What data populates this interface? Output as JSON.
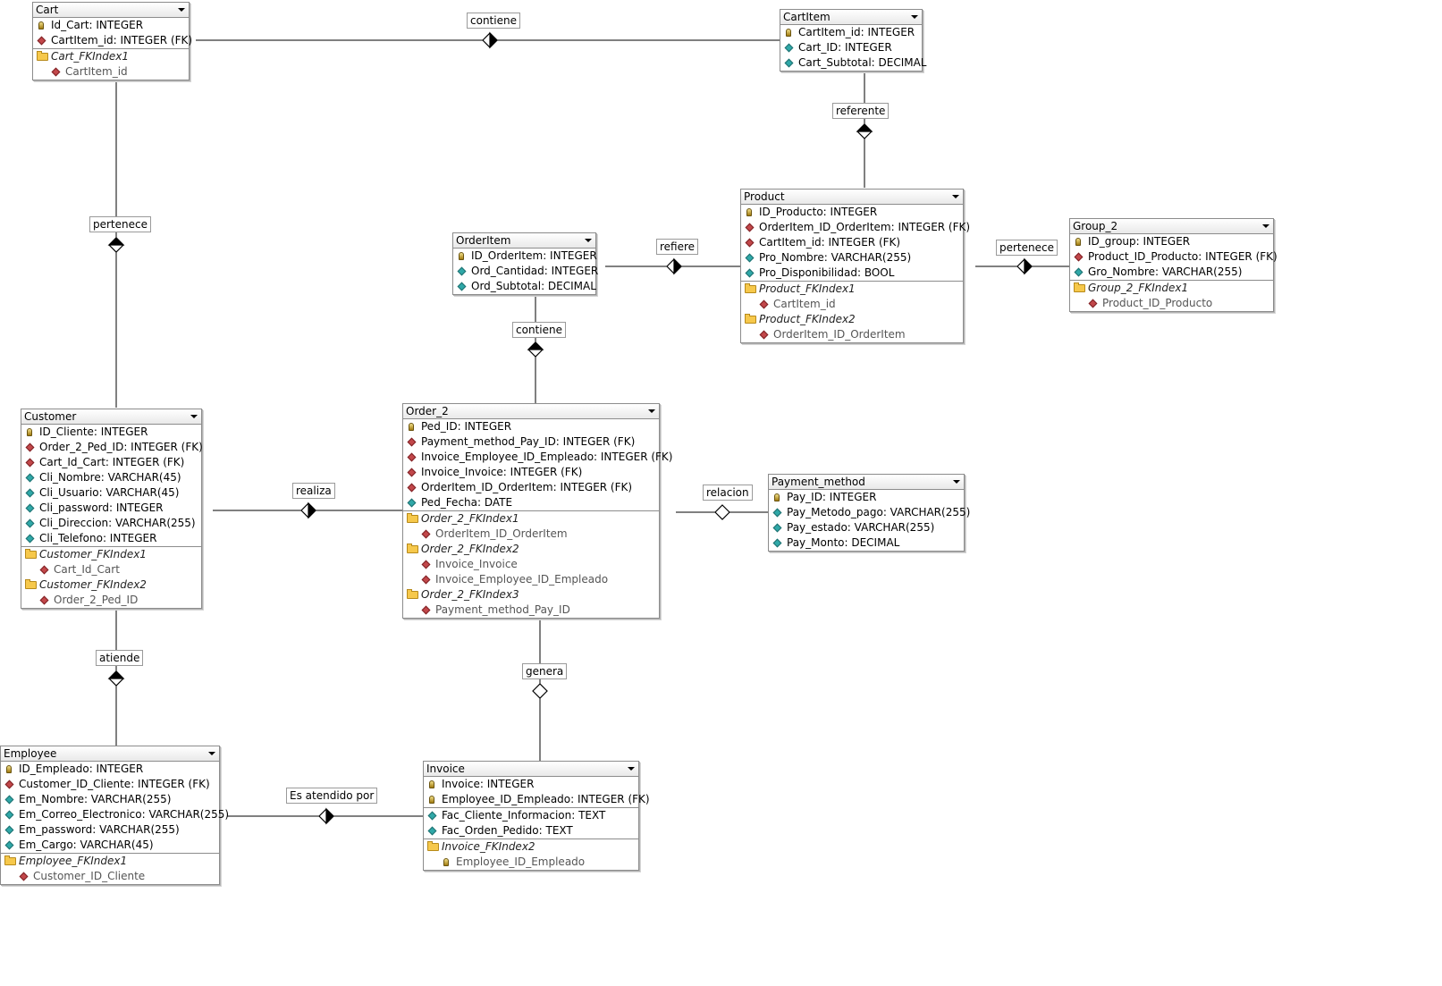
{
  "relations": [
    {
      "id": "r1",
      "label": "contiene"
    },
    {
      "id": "r2",
      "label": "referente"
    },
    {
      "id": "r3",
      "label": "pertenece"
    },
    {
      "id": "r4",
      "label": "refiere"
    },
    {
      "id": "r5",
      "label": "pertenece"
    },
    {
      "id": "r6",
      "label": "contiene"
    },
    {
      "id": "r7",
      "label": "realiza"
    },
    {
      "id": "r8",
      "label": "relacion"
    },
    {
      "id": "r9",
      "label": "atiende"
    },
    {
      "id": "r10",
      "label": "genera"
    },
    {
      "id": "r11",
      "label": "Es atendido por"
    }
  ],
  "tables": {
    "cart": {
      "name": "Cart",
      "rows": [
        {
          "icon": "key-icon",
          "text": "Id_Cart: INTEGER"
        },
        {
          "icon": "fk-icon",
          "text": "CartItem_id: INTEGER (FK)"
        },
        {
          "icon": "index-folder-icon",
          "text": "Cart_FKIndex1",
          "sep": true,
          "index": true
        },
        {
          "icon": "fk-icon",
          "text": "CartItem_id",
          "sub": true
        }
      ]
    },
    "cartitem": {
      "name": "CartItem",
      "rows": [
        {
          "icon": "key-icon",
          "text": "CartItem_id: INTEGER"
        },
        {
          "icon": "column-icon",
          "text": "Cart_ID: INTEGER"
        },
        {
          "icon": "column-icon",
          "text": "Cart_Subtotal: DECIMAL"
        }
      ]
    },
    "product": {
      "name": "Product",
      "rows": [
        {
          "icon": "key-icon",
          "text": "ID_Producto: INTEGER"
        },
        {
          "icon": "fk-icon",
          "text": "OrderItem_ID_OrderItem: INTEGER (FK)"
        },
        {
          "icon": "fk-icon",
          "text": "CartItem_id: INTEGER (FK)"
        },
        {
          "icon": "column-icon",
          "text": "Pro_Nombre: VARCHAR(255)"
        },
        {
          "icon": "column-icon",
          "text": "Pro_Disponibilidad: BOOL"
        },
        {
          "icon": "index-folder-icon",
          "text": "Product_FKIndex1",
          "sep": true,
          "index": true
        },
        {
          "icon": "fk-icon",
          "text": "CartItem_id",
          "sub": true
        },
        {
          "icon": "index-folder-icon",
          "text": "Product_FKIndex2",
          "index": true
        },
        {
          "icon": "fk-icon",
          "text": "OrderItem_ID_OrderItem",
          "sub": true
        }
      ]
    },
    "group2": {
      "name": "Group_2",
      "rows": [
        {
          "icon": "key-icon",
          "text": "ID_group: INTEGER"
        },
        {
          "icon": "fk-icon",
          "text": "Product_ID_Producto: INTEGER (FK)"
        },
        {
          "icon": "column-icon",
          "text": "Gro_Nombre: VARCHAR(255)"
        },
        {
          "icon": "index-folder-icon",
          "text": "Group_2_FKIndex1",
          "sep": true,
          "index": true
        },
        {
          "icon": "fk-icon",
          "text": "Product_ID_Producto",
          "sub": true
        }
      ]
    },
    "orderitem": {
      "name": "OrderItem",
      "rows": [
        {
          "icon": "key-icon",
          "text": "ID_OrderItem: INTEGER"
        },
        {
          "icon": "column-icon",
          "text": "Ord_Cantidad: INTEGER"
        },
        {
          "icon": "column-icon",
          "text": "Ord_Subtotal: DECIMAL"
        }
      ]
    },
    "customer": {
      "name": "Customer",
      "rows": [
        {
          "icon": "key-icon",
          "text": "ID_Cliente: INTEGER"
        },
        {
          "icon": "fk-icon",
          "text": "Order_2_Ped_ID: INTEGER (FK)"
        },
        {
          "icon": "fk-icon",
          "text": "Cart_Id_Cart: INTEGER (FK)"
        },
        {
          "icon": "column-icon",
          "text": "Cli_Nombre: VARCHAR(45)"
        },
        {
          "icon": "column-icon",
          "text": "Cli_Usuario: VARCHAR(45)"
        },
        {
          "icon": "column-icon",
          "text": "Cli_password: INTEGER"
        },
        {
          "icon": "column-icon",
          "text": "Cli_Direccion: VARCHAR(255)"
        },
        {
          "icon": "column-icon",
          "text": "Cli_Telefono: INTEGER"
        },
        {
          "icon": "index-folder-icon",
          "text": "Customer_FKIndex1",
          "sep": true,
          "index": true
        },
        {
          "icon": "fk-icon",
          "text": "Cart_Id_Cart",
          "sub": true
        },
        {
          "icon": "index-folder-icon",
          "text": "Customer_FKIndex2",
          "index": true
        },
        {
          "icon": "fk-icon",
          "text": "Order_2_Ped_ID",
          "sub": true
        }
      ]
    },
    "order2": {
      "name": "Order_2",
      "rows": [
        {
          "icon": "key-icon",
          "text": "Ped_ID: INTEGER"
        },
        {
          "icon": "fk-icon",
          "text": "Payment_method_Pay_ID: INTEGER (FK)"
        },
        {
          "icon": "fk-icon",
          "text": "Invoice_Employee_ID_Empleado: INTEGER (FK)"
        },
        {
          "icon": "fk-icon",
          "text": "Invoice_Invoice: INTEGER (FK)"
        },
        {
          "icon": "fk-icon",
          "text": "OrderItem_ID_OrderItem: INTEGER (FK)"
        },
        {
          "icon": "column-icon",
          "text": "Ped_Fecha: DATE"
        },
        {
          "icon": "index-folder-icon",
          "text": "Order_2_FKIndex1",
          "sep": true,
          "index": true
        },
        {
          "icon": "fk-icon",
          "text": "OrderItem_ID_OrderItem",
          "sub": true
        },
        {
          "icon": "index-folder-icon",
          "text": "Order_2_FKIndex2",
          "index": true
        },
        {
          "icon": "fk-icon",
          "text": "Invoice_Invoice",
          "sub": true
        },
        {
          "icon": "fk-icon",
          "text": "Invoice_Employee_ID_Empleado",
          "sub": true
        },
        {
          "icon": "index-folder-icon",
          "text": "Order_2_FKIndex3",
          "index": true
        },
        {
          "icon": "fk-icon",
          "text": "Payment_method_Pay_ID",
          "sub": true
        }
      ]
    },
    "payment": {
      "name": "Payment_method",
      "rows": [
        {
          "icon": "key-icon",
          "text": "Pay_ID: INTEGER"
        },
        {
          "icon": "column-icon",
          "text": "Pay_Metodo_pago: VARCHAR(255)"
        },
        {
          "icon": "column-icon",
          "text": "Pay_estado: VARCHAR(255)"
        },
        {
          "icon": "column-icon",
          "text": "Pay_Monto: DECIMAL"
        }
      ]
    },
    "employee": {
      "name": "Employee",
      "rows": [
        {
          "icon": "key-icon",
          "text": "ID_Empleado: INTEGER"
        },
        {
          "icon": "fk-icon",
          "text": "Customer_ID_Cliente: INTEGER (FK)"
        },
        {
          "icon": "column-icon",
          "text": "Em_Nombre: VARCHAR(255)"
        },
        {
          "icon": "column-icon",
          "text": "Em_Correo_Electronico: VARCHAR(255)"
        },
        {
          "icon": "column-icon",
          "text": "Em_password: VARCHAR(255)"
        },
        {
          "icon": "column-icon",
          "text": "Em_Cargo: VARCHAR(45)"
        },
        {
          "icon": "index-folder-icon",
          "text": "Employee_FKIndex1",
          "sep": true,
          "index": true
        },
        {
          "icon": "fk-icon",
          "text": "Customer_ID_Cliente",
          "sub": true
        }
      ]
    },
    "invoice": {
      "name": "Invoice",
      "rows": [
        {
          "icon": "key-icon",
          "text": "Invoice: INTEGER"
        },
        {
          "icon": "key-icon",
          "text": "Employee_ID_Empleado: INTEGER (FK)"
        },
        {
          "icon": "column-icon",
          "text": "Fac_Cliente_Informacion: TEXT",
          "sep": true
        },
        {
          "icon": "column-icon",
          "text": "Fac_Orden_Pedido: TEXT"
        },
        {
          "icon": "index-folder-icon",
          "text": "Invoice_FKIndex2",
          "sep": true,
          "index": true
        },
        {
          "icon": "key-icon",
          "text": "Employee_ID_Empleado",
          "sub": true
        }
      ]
    }
  }
}
